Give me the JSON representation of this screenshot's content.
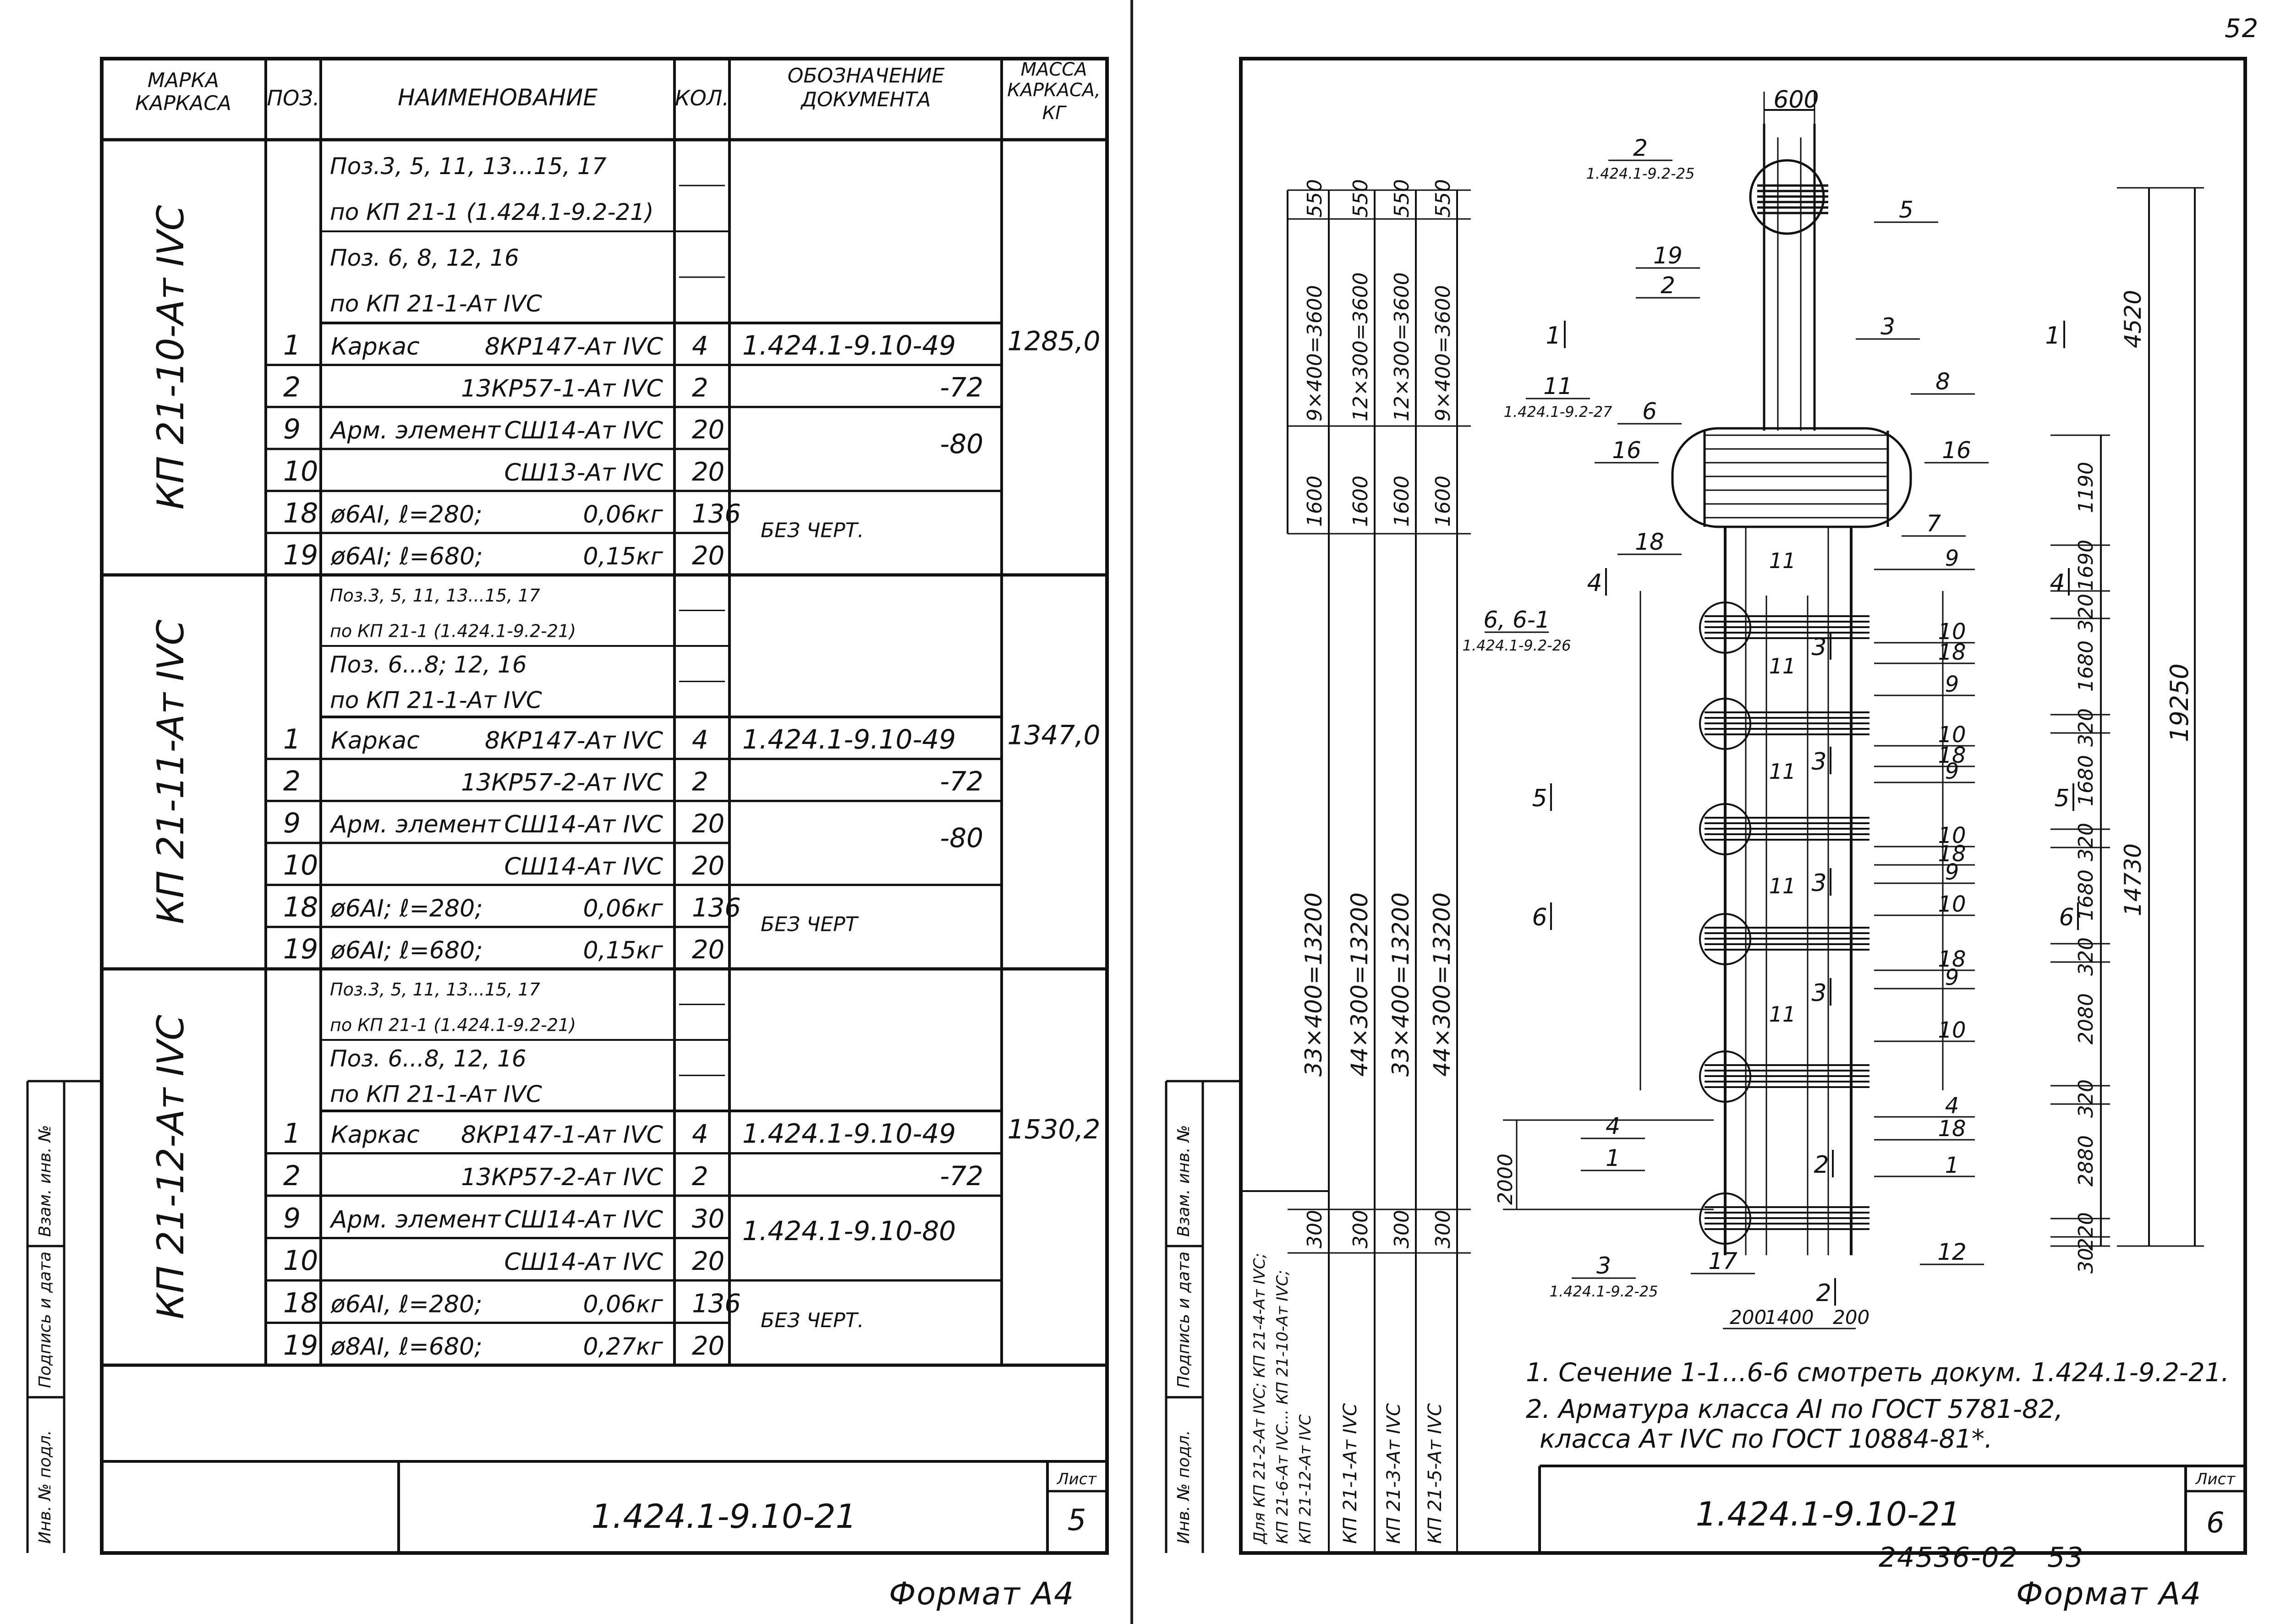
{
  "page_number": "52",
  "left_sheet": {
    "headers": {
      "marka": [
        "МАРКА",
        "КАРКАСА"
      ],
      "poz": "ПОЗ.",
      "name": "НАИМЕНОВАНИЕ",
      "qty": "КОЛ.",
      "doc": [
        "ОБОЗНАЧЕНИЕ",
        "ДОКУМЕНТА"
      ],
      "mass": [
        "МАССА",
        "КАРКАСА,",
        "КГ"
      ]
    },
    "groups": [
      {
        "marka": "КП 21-10-Ат IVС",
        "mass": "1285,0",
        "notes": [
          "Поз.3, 5, 11, 13...15, 17",
          "по КП 21-1 (1.424.1-9.2-21)",
          "Поз. 6, 8, 12, 16",
          "по КП 21-1-Ат IVС"
        ],
        "rows": [
          {
            "poz": "1",
            "name_a": "Каркас",
            "name_b": "8КР147-Ат IVС",
            "qty": "4",
            "doc": "1.424.1-9.10-49"
          },
          {
            "poz": "2",
            "name_a": "",
            "name_b": "13КР57-1-Ат IVС",
            "qty": "2",
            "doc": "-72"
          },
          {
            "poz": "9",
            "name_a": "Арм. элемент",
            "name_b": "СШ14-Ат IVС",
            "qty": "20",
            "doc": "-80"
          },
          {
            "poz": "10",
            "name_a": "",
            "name_b": "СШ13-Ат IVС",
            "qty": "20",
            "doc": ""
          },
          {
            "poz": "18",
            "name_a": "ø6АI, ℓ=280;",
            "name_b": "0,06кг",
            "qty": "136",
            "doc": "БЕЗ ЧЕРТ."
          },
          {
            "poz": "19",
            "name_a": "ø6АI; ℓ=680;",
            "name_b": "0,15кг",
            "qty": "20",
            "doc": ""
          }
        ]
      },
      {
        "marka": "КП 21-11-Ат IVС",
        "mass": "1347,0",
        "notes": [
          "Поз.3, 5, 11, 13...15, 17",
          "по КП 21-1 (1.424.1-9.2-21)",
          "Поз. 6...8; 12, 16",
          "по КП 21-1-Ат IVС"
        ],
        "rows": [
          {
            "poz": "1",
            "name_a": "Каркас",
            "name_b": "8КР147-Ат IVС",
            "qty": "4",
            "doc": "1.424.1-9.10-49"
          },
          {
            "poz": "2",
            "name_a": "",
            "name_b": "13КР57-2-Ат IVС",
            "qty": "2",
            "doc": "-72"
          },
          {
            "poz": "9",
            "name_a": "Арм. элемент",
            "name_b": "СШ14-Ат IVС",
            "qty": "20",
            "doc": "-80"
          },
          {
            "poz": "10",
            "name_a": "",
            "name_b": "СШ14-Ат IVС",
            "qty": "20",
            "doc": ""
          },
          {
            "poz": "18",
            "name_a": "ø6АI; ℓ=280;",
            "name_b": "0,06кг",
            "qty": "136",
            "doc": "БЕЗ ЧЕРТ"
          },
          {
            "poz": "19",
            "name_a": "ø6АI; ℓ=680;",
            "name_b": "0,15кг",
            "qty": "20",
            "doc": ""
          }
        ]
      },
      {
        "marka": "КП 21-12-Ат IVС",
        "mass": "1530,2",
        "notes": [
          "Поз.3, 5, 11, 13...15, 17",
          "по КП 21-1 (1.424.1-9.2-21)",
          "Поз. 6...8, 12, 16",
          "по КП 21-1-Ат IVС"
        ],
        "rows": [
          {
            "poz": "1",
            "name_a": "Каркас",
            "name_b": "8КР147-1-Ат IVС",
            "qty": "4",
            "doc": "1.424.1-9.10-49"
          },
          {
            "poz": "2",
            "name_a": "",
            "name_b": "13КР57-2-Ат IVС",
            "qty": "2",
            "doc": "-72"
          },
          {
            "poz": "9",
            "name_a": "Арм. элемент",
            "name_b": "СШ14-Ат IVС",
            "qty": "30",
            "doc": "1.424.1-9.10-80"
          },
          {
            "poz": "10",
            "name_a": "",
            "name_b": "СШ14-Ат IVС",
            "qty": "20",
            "doc": ""
          },
          {
            "poz": "18",
            "name_a": "ø6АI, ℓ=280;",
            "name_b": "0,06кг",
            "qty": "136",
            "doc": "БЕЗ ЧЕРТ."
          },
          {
            "poz": "19",
            "name_a": "ø8АI, ℓ=680;",
            "name_b": "0,27кг",
            "qty": "20",
            "doc": ""
          }
        ]
      }
    ],
    "side_stamp": [
      "Инв. № подл.",
      "Подпись и дата",
      "Взам. инв. №"
    ],
    "title_block": {
      "code": "1.424.1-9.10-21",
      "sheet_label": "Лист",
      "sheet": "5"
    },
    "format": "Формат А4"
  },
  "right_sheet": {
    "dims_left_cols": [
      {
        "top": "550",
        "upper": "9×400=3600",
        "mid": "1600",
        "lower": "33×400=13200",
        "bottom": "300"
      },
      {
        "top": "550",
        "upper": "12×300=3600",
        "mid": "1600",
        "lower": "44×300=13200",
        "bottom": "300"
      },
      {
        "top": "550",
        "upper": "12×300=3600",
        "mid": "1600",
        "lower": "33×400=13200",
        "bottom": "300"
      },
      {
        "top": "550",
        "upper": "9×400=3600",
        "mid": "1600",
        "lower": "44×300=13200",
        "bottom": "300"
      }
    ],
    "dim_2000": "2000",
    "dims_right": [
      "1190",
      "1690",
      "320",
      "1680",
      "320",
      "1680",
      "320",
      "1680",
      "320",
      "2080",
      "320",
      "2880",
      "220",
      "30"
    ],
    "dims_overall": {
      "top_width": "600",
      "upper_len": "4520",
      "total": "19250",
      "lower_len": "14730"
    },
    "dims_bottom": {
      "a": "200",
      "b": "1400",
      "c": "200"
    },
    "leaders": [
      {
        "label": "2",
        "sub": "1.424.1-9.2-25"
      },
      {
        "label": "5"
      },
      {
        "label": "19"
      },
      {
        "label": "2"
      },
      {
        "label": "3"
      },
      {
        "label": "11",
        "sub": "1.424.1-9.2-27"
      },
      {
        "label": "8"
      },
      {
        "label": "6"
      },
      {
        "label": "16"
      },
      {
        "label": "16"
      },
      {
        "label": "7"
      },
      {
        "label": "18"
      },
      {
        "label": "6, 6-1",
        "sub": "1.424.1-9.2-26"
      },
      {
        "label": "3",
        "sub": "1.424.1-9.2-25"
      },
      {
        "label": "12"
      },
      {
        "label": "4"
      },
      {
        "label": "1"
      },
      {
        "label": "17"
      }
    ],
    "right_leaders": [
      "9",
      "10",
      "18",
      "9",
      "10",
      "18",
      "9",
      "10",
      "18",
      "9",
      "10",
      "18",
      "9",
      "10",
      "4",
      "18",
      "1"
    ],
    "inner_11": [
      "11",
      "11",
      "11",
      "11",
      "11"
    ],
    "section_marks": [
      "1",
      "1",
      "4",
      "4",
      "5",
      "5",
      "6",
      "6",
      "3",
      "3",
      "3",
      "3",
      "2",
      "2"
    ],
    "notes": [
      "1. Сечение 1-1...6-6 смотреть докум. 1.424.1-9.2-21.",
      "2. Арматура класса АI по ГОСТ 5781-82,",
      "класса Ат IVС по ГОСТ 10884-81*."
    ],
    "side_stamp": [
      "Инв. № подл.",
      "Подпись и дата",
      "Взам. инв. №"
    ],
    "side_labels": [
      "Для КП 21-2-Ат IVС; КП 21-4-Ат IVС;",
      "КП 21-6-Ат IVС... КП 21-10-Ат IVС;",
      "КП 21-12-Ат IVС",
      "КП 21-1-Ат IVС",
      "КП 21-3-Ат IVС",
      "КП 21-5-Ат IVС"
    ],
    "title_block": {
      "code": "1.424.1-9.10-21",
      "sheet_label": "Лист",
      "sheet": "6"
    },
    "bottom_code": "24536-02   53",
    "format": "Формат А4"
  }
}
